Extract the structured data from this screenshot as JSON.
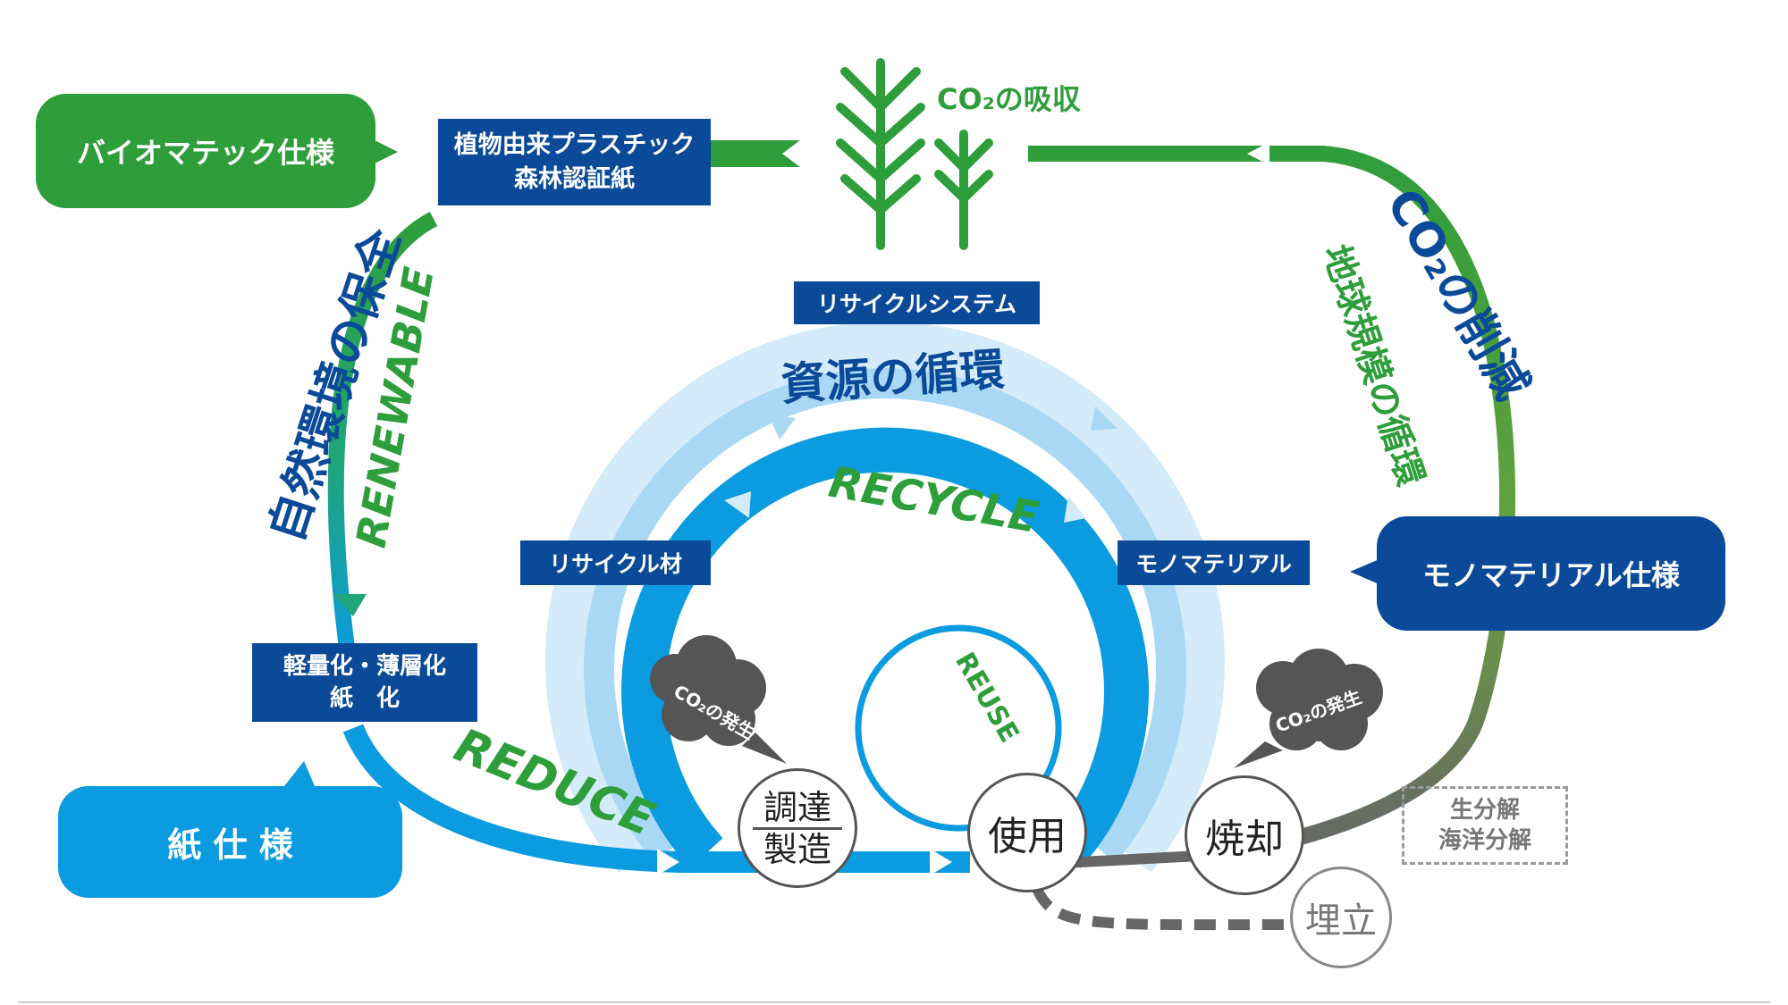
{
  "bubbles": {
    "biomatec": "バイオマテック仕様",
    "paper": "紙 仕 様",
    "monomaterial": "モノマテリアル仕様"
  },
  "boxes": {
    "plant_plastic_line1": "植物由来プラスチック",
    "plant_plastic_line2": "森林認証紙",
    "recycle_system": "リサイクルシステム",
    "recycled_material": "リサイクル材",
    "mono_material": "モノマテリアル",
    "lightweight_line1": "軽量化・薄層化",
    "lightweight_line2": "紙　化"
  },
  "co2": {
    "absorb": "CO₂の吸収",
    "emission_left": "CO₂の発生",
    "emission_right": "CO₂の発生"
  },
  "arcs": {
    "nature": "自然環境の保全",
    "renewable": "RENEWABLE",
    "co2_reduce": "CO₂の削減",
    "global_cycle": "地球規模の循環",
    "resource_cycle": "資源の循環",
    "recycle": "RECYCLE",
    "reuse": "REUSE",
    "reduce": "REDUCE"
  },
  "stages": {
    "procure_line1": "調達",
    "procure_line2": "製造",
    "use": "使用",
    "incinerate": "焼却",
    "landfill": "埋立"
  },
  "biodeg": {
    "line1": "生分解",
    "line2": "海洋分解"
  },
  "colors": {
    "green": "#2e9e3b",
    "navy": "#0b4a99",
    "sky": "#0a9be0",
    "light_sky": "#a9d8f5",
    "gray": "#666666"
  }
}
